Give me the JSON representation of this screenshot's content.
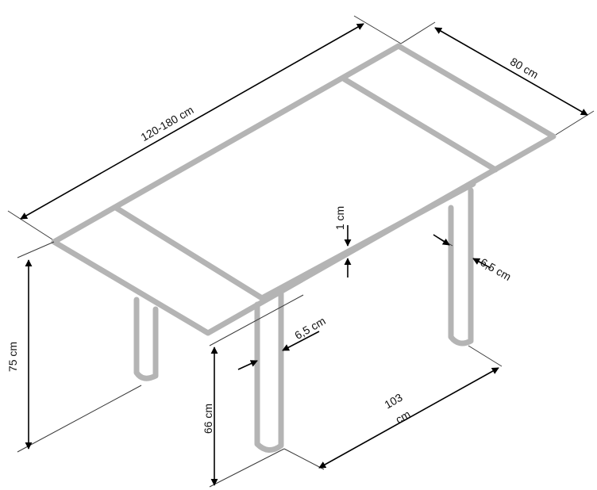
{
  "dimensions": {
    "length": "120-180 cm",
    "width": "80 cm",
    "total_height": "75 cm",
    "leg_height": "66 cm",
    "top_thickness": "1 cm",
    "leg_width_front": "6,5 cm",
    "leg_width_back": "6,5 cm",
    "leg_spacing_value": "103",
    "leg_spacing_unit": "cm"
  },
  "colors": {
    "table_outline": "#b4b4b4",
    "dimension_lines": "#000000"
  }
}
